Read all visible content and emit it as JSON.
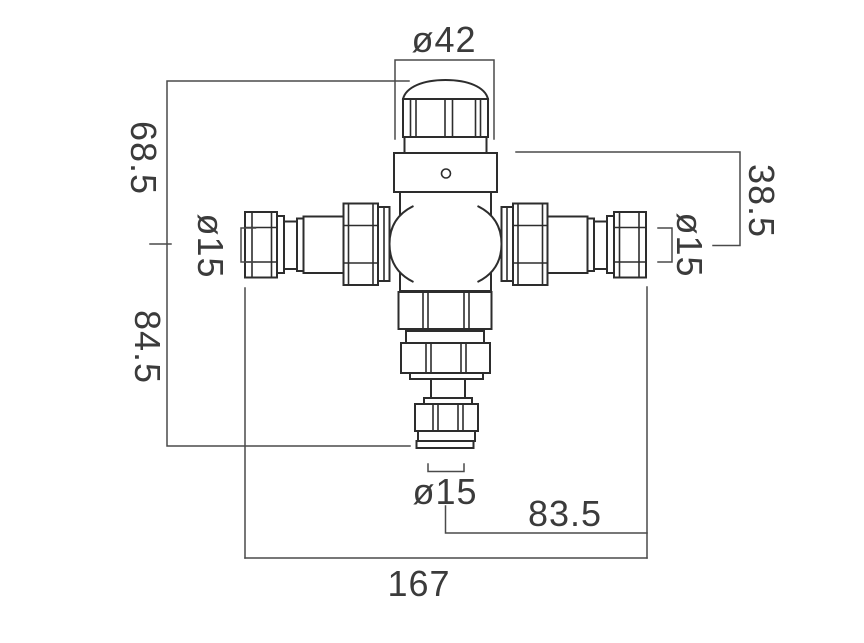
{
  "drawing": {
    "type": "technical-dimension-drawing",
    "subject": "thermostatic mixing valve, 3 ports with compression fittings",
    "units": "mm",
    "labels": {
      "cap_diameter": "ø42",
      "upper_height": "68.5",
      "lower_height": "84.5",
      "left_port_diameter": "ø15",
      "right_port_diameter": "ø15",
      "cap_to_port_axis": "38.5",
      "outlet_diameter": "ø15",
      "outlet_to_right_end": "83.5",
      "overall_width": "167"
    },
    "colors": {
      "background": "#ffffff",
      "part_line": "#2d2d2d",
      "dimension_line": "#4a4a4a",
      "text": "#3b3b3b"
    }
  }
}
